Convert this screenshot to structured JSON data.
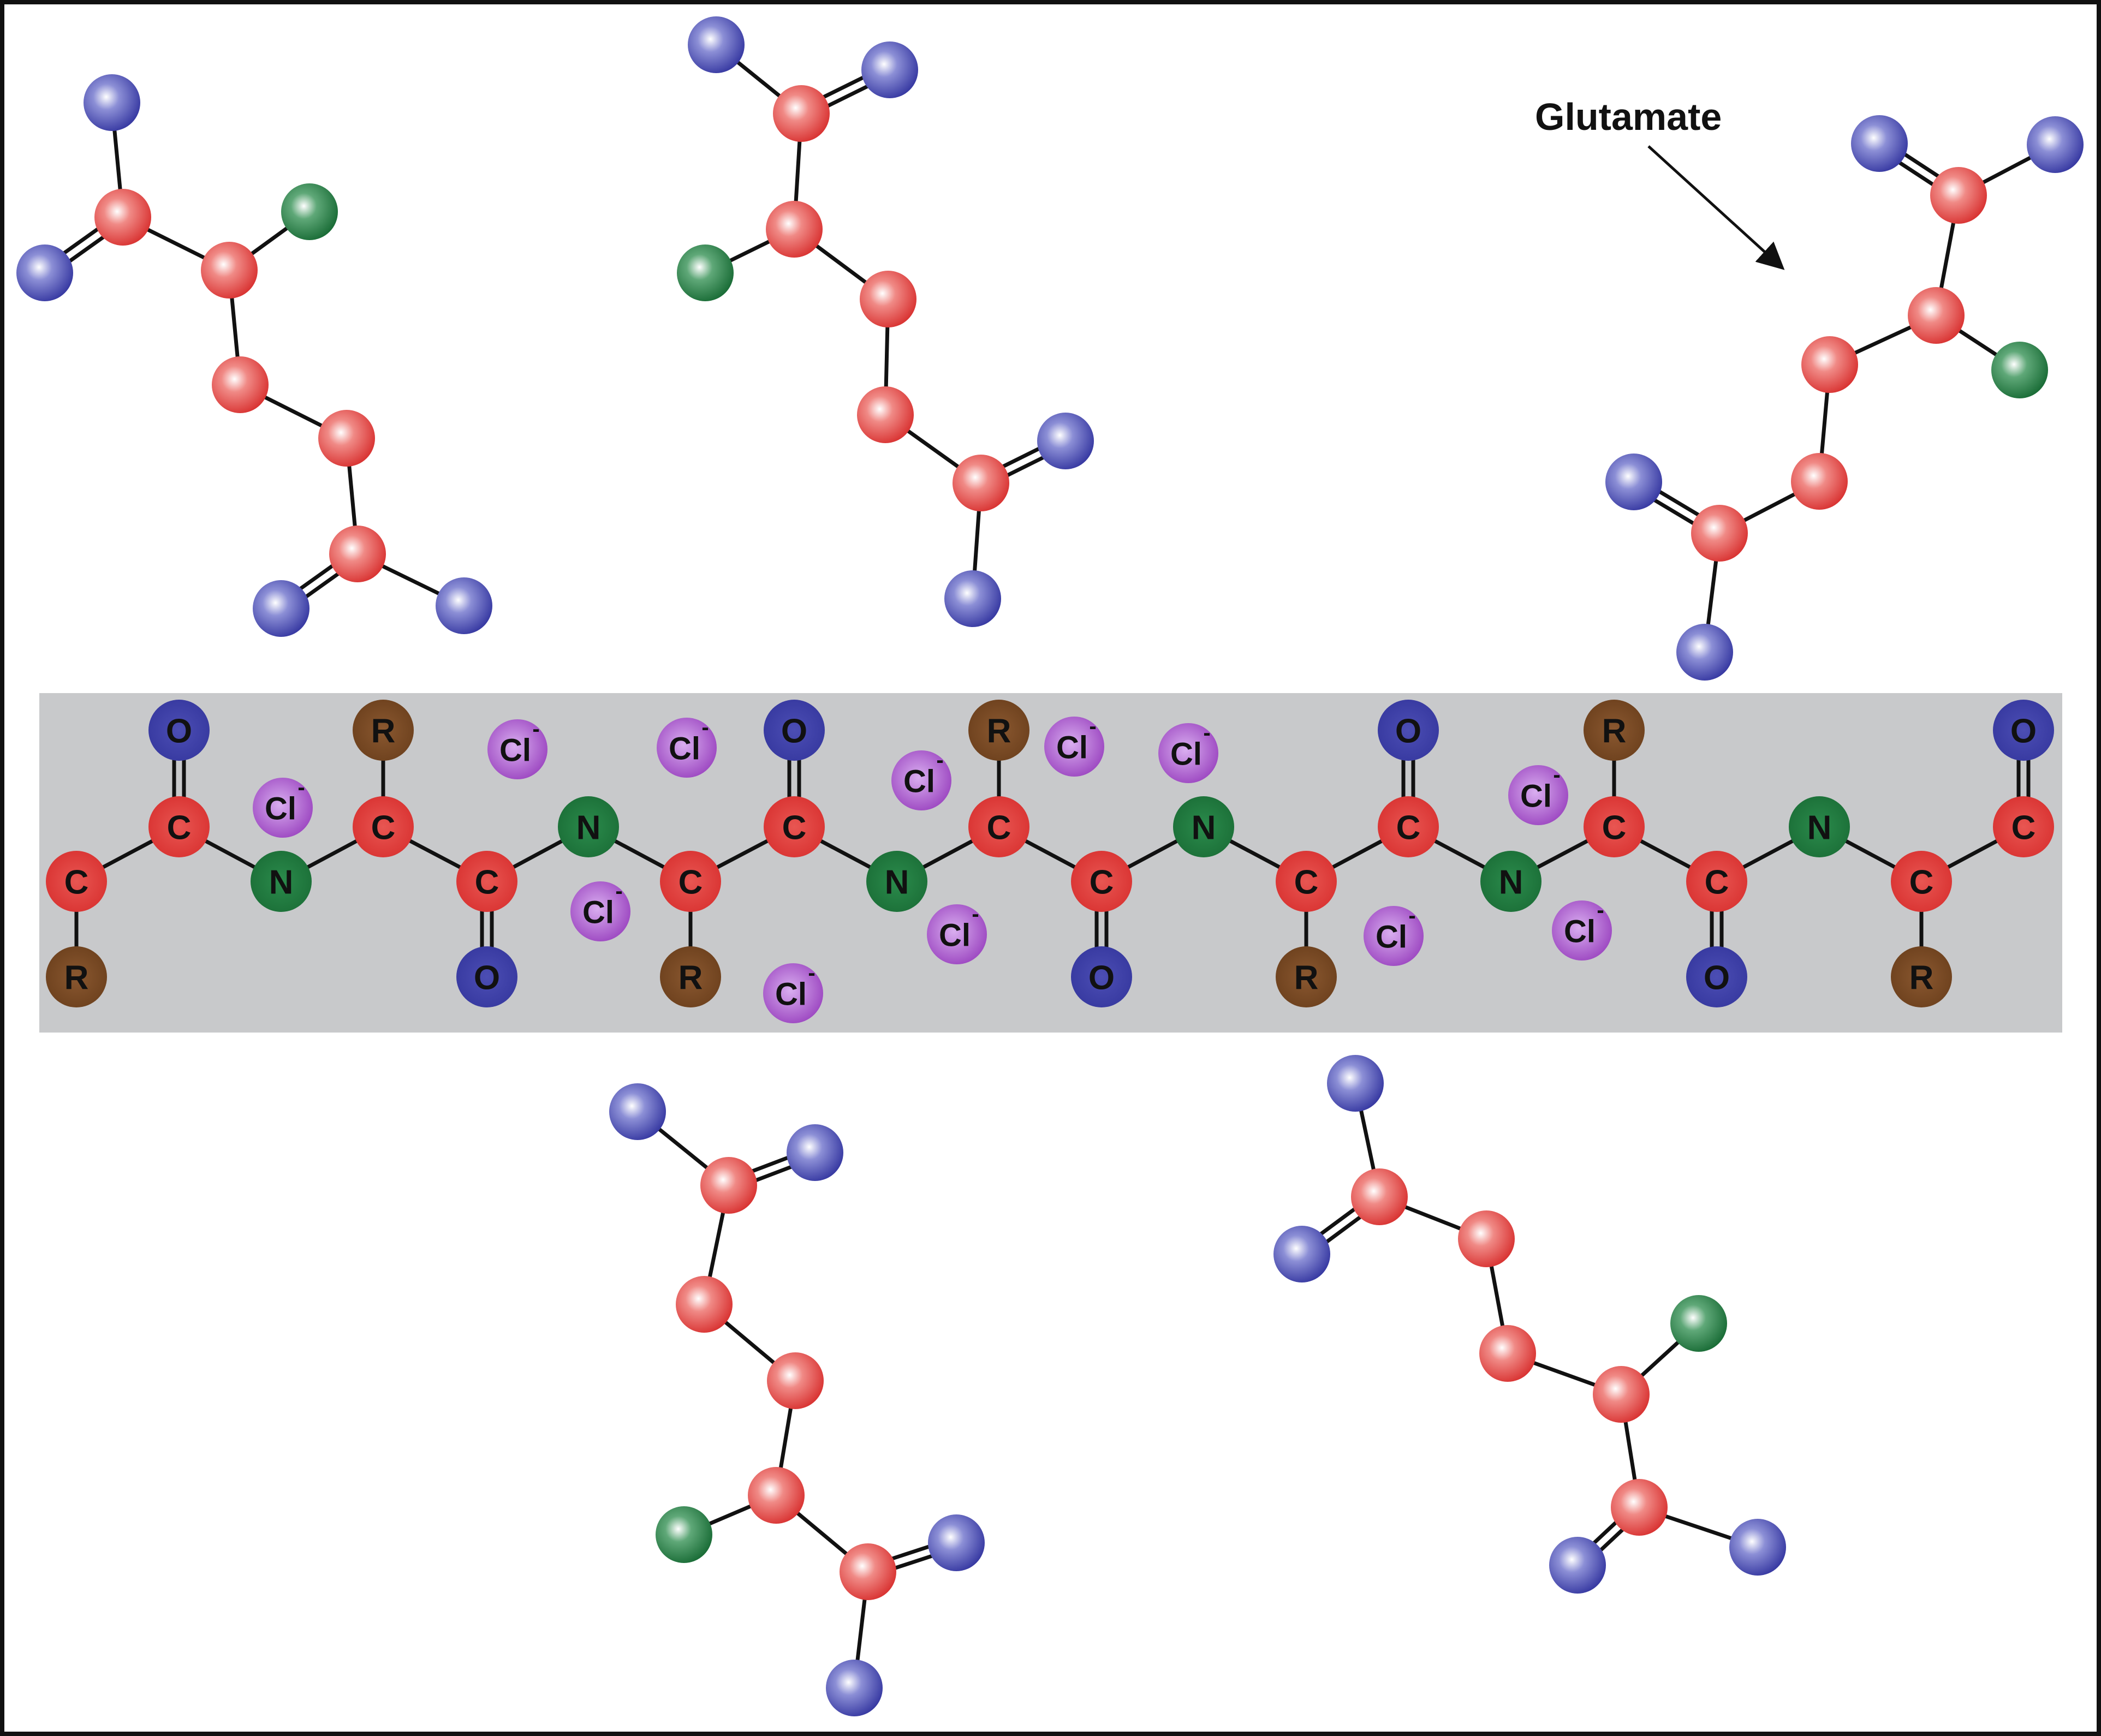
{
  "colors": {
    "carbon": "#e0403e",
    "oxygen": "#3d3fa6",
    "nitrogen": "#1e7a3e",
    "r_group": "#7a4a22",
    "chloride": "#a24fc4",
    "band": "#c8c9cb",
    "bond": "#111111",
    "frame": "#111111"
  },
  "annotation": {
    "label": "Glutamate",
    "arrow": "arrow-icon"
  },
  "legend_symbols": {
    "carbon": "C",
    "oxygen": "O",
    "nitrogen": "N",
    "r_group": "R",
    "chloride": "Cl",
    "chloride_charge": "-"
  }
}
